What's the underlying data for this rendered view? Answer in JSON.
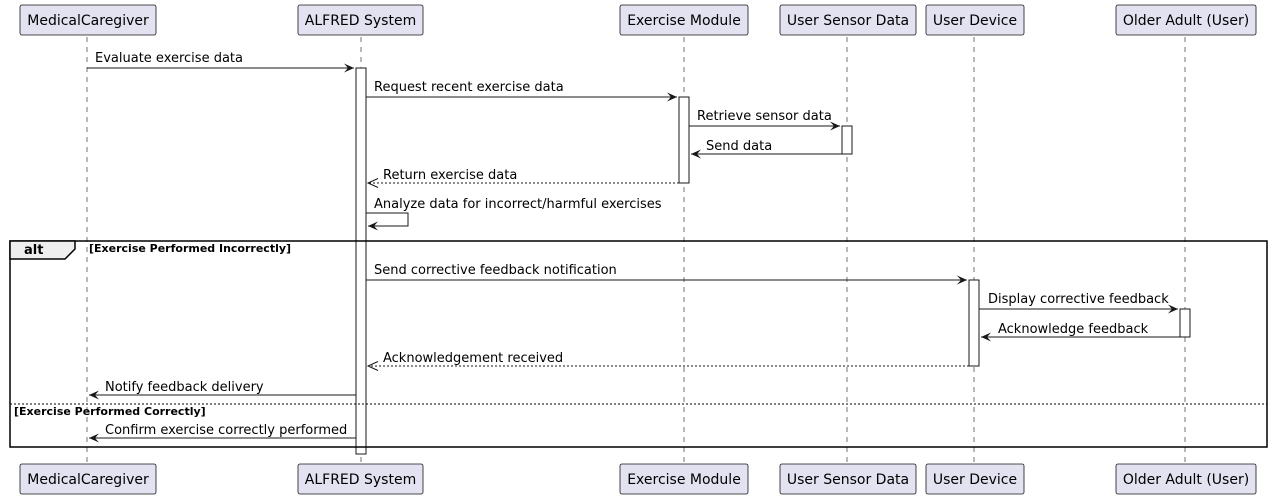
{
  "participants": [
    {
      "id": "caregiver",
      "label": "MedicalCaregiver"
    },
    {
      "id": "alfred",
      "label": "ALFRED System"
    },
    {
      "id": "exercise",
      "label": "Exercise Module"
    },
    {
      "id": "sensor",
      "label": "User Sensor Data"
    },
    {
      "id": "device",
      "label": "User Device"
    },
    {
      "id": "user",
      "label": "Older Adult (User)"
    }
  ],
  "messages": [
    {
      "from": "caregiver",
      "to": "alfred",
      "label": "Evaluate exercise data",
      "style": "solid"
    },
    {
      "from": "alfred",
      "to": "exercise",
      "label": "Request recent exercise data",
      "style": "solid"
    },
    {
      "from": "exercise",
      "to": "sensor",
      "label": "Retrieve sensor data",
      "style": "solid"
    },
    {
      "from": "sensor",
      "to": "exercise",
      "label": "Send data",
      "style": "solid"
    },
    {
      "from": "exercise",
      "to": "alfred",
      "label": "Return exercise data",
      "style": "dashed"
    },
    {
      "from": "alfred",
      "to": "alfred",
      "label": "Analyze data for incorrect/harmful exercises",
      "style": "solid"
    },
    {
      "from": "alfred",
      "to": "device",
      "label": "Send corrective feedback notification",
      "style": "solid"
    },
    {
      "from": "device",
      "to": "user",
      "label": "Display corrective feedback",
      "style": "solid"
    },
    {
      "from": "user",
      "to": "device",
      "label": "Acknowledge feedback",
      "style": "solid"
    },
    {
      "from": "device",
      "to": "alfred",
      "label": "Acknowledgement received",
      "style": "dashed"
    },
    {
      "from": "alfred",
      "to": "caregiver",
      "label": "Notify feedback delivery",
      "style": "solid"
    },
    {
      "from": "alfred",
      "to": "caregiver",
      "label": "Confirm exercise correctly performed",
      "style": "solid"
    }
  ],
  "fragment": {
    "keyword": "alt",
    "guard_1": "[Exercise Performed Incorrectly]",
    "guard_2": "[Exercise Performed Correctly]"
  }
}
